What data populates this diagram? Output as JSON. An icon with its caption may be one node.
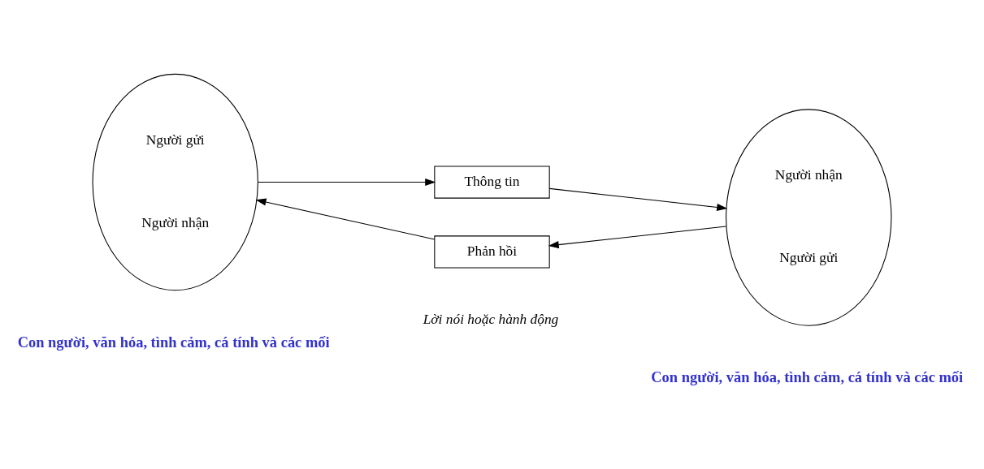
{
  "diagram": {
    "nodes": [
      {
        "text": [
          "Người gửi",
          "Người nhận"
        ],
        "beside": [
          "Con người, văn hóa, tình cảm, cá tính và các mối"
        ]
      },
      {
        "text": [
          "Thông tin"
        ]
      },
      {
        "text": [
          "Người nhận",
          "Người gửi"
        ],
        "beside": [
          "Con người, văn hóa, tình cảm, cá tính và các mối"
        ]
      },
      {
        "text": [
          "Phản hồi"
        ]
      }
    ],
    "edges": [
      {
        "from": 0,
        "to": 1,
        "arrow": "to"
      },
      {
        "from": 1,
        "to": 2,
        "arrow": "to"
      },
      {
        "from": 2,
        "to": 3,
        "arrow": "to"
      },
      {
        "from": 3,
        "to": 0,
        "arrow": "to"
      }
    ],
    "labels": [
      "Lời nói hoặc hành động"
    ]
  }
}
